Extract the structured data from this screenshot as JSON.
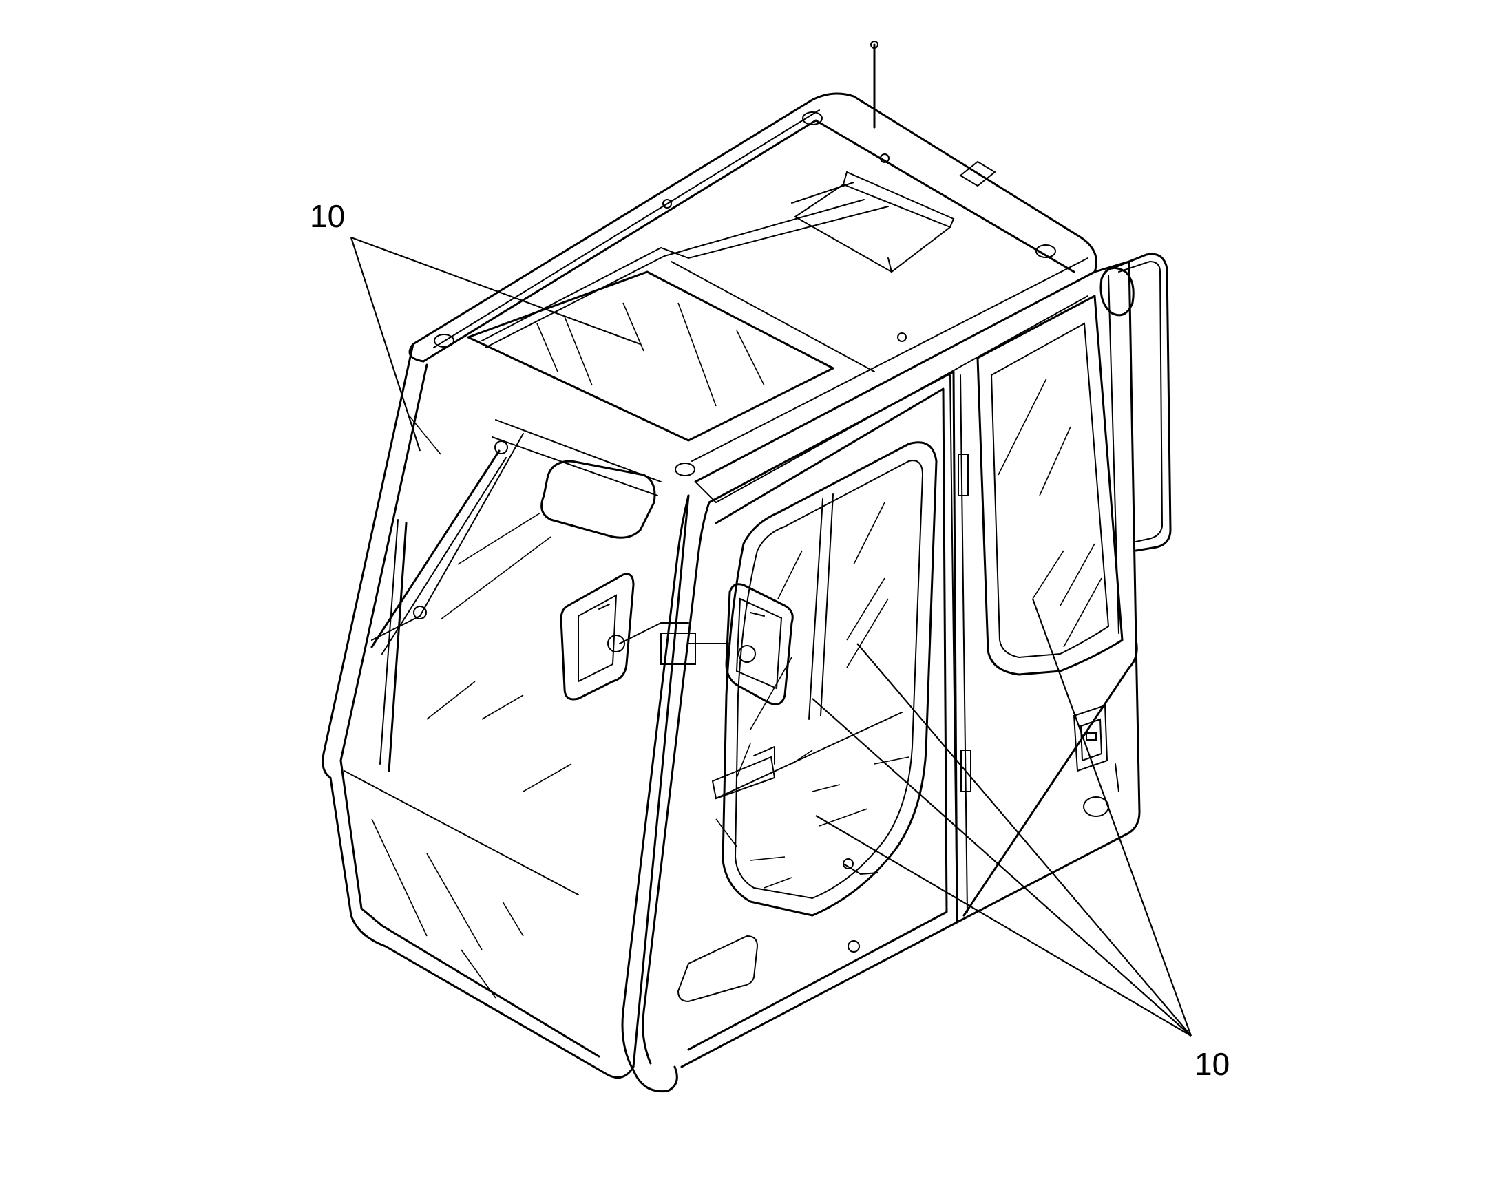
{
  "callouts": [
    {
      "id": "callout-top-left",
      "label": "10"
    },
    {
      "id": "callout-bottom-right",
      "label": "10"
    }
  ]
}
